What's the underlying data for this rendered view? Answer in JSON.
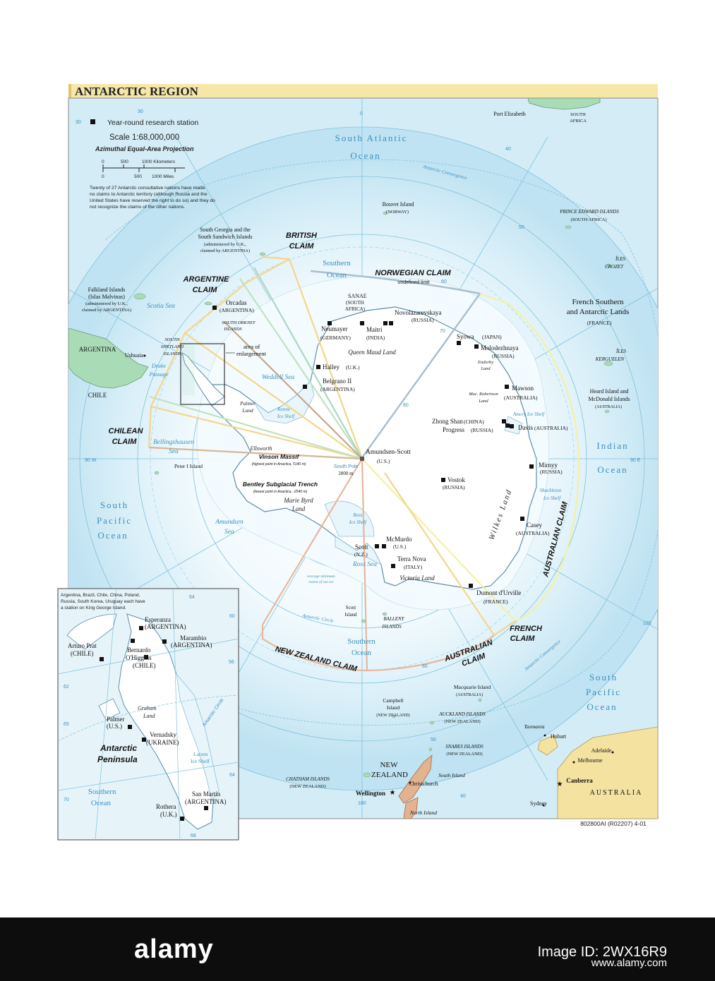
{
  "map": {
    "title": "ANTARCTIC REGION",
    "legend": {
      "station_label": "Year-round research station",
      "scale": "Scale 1:68,000,000",
      "projection": "Azimuthal Equal-Area Projection",
      "km_ticks": [
        "0",
        "500",
        "1000 Kilometers"
      ],
      "mile_ticks": [
        "0",
        "500",
        "1000 Miles"
      ],
      "note_lines": [
        "Twenty of 27 Antarctic consultative nations have made",
        "no claims to Antarctic territory (although Russia and the",
        "United States have reserved the right to do so) and they do",
        "not recognize the claims of the other nations."
      ]
    },
    "oceans": {
      "south_atlantic": [
        "South Atlantic",
        "Ocean"
      ],
      "indian": [
        "Indian",
        "Ocean"
      ],
      "south_pacific_left": [
        "South",
        "Pacific",
        "Ocean"
      ],
      "south_pacific_right": [
        "South",
        "Pacific",
        "Ocean"
      ],
      "southern_top": [
        "Southern",
        "Ocean"
      ],
      "southern_bottom": [
        "Southern",
        "Ocean"
      ]
    },
    "seas": {
      "scotia": "Scotia Sea",
      "weddell": "Weddell Sea",
      "bellingshausen": [
        "Bellingshausen",
        "Sea"
      ],
      "amundsen": [
        "Amundsen",
        "Sea"
      ],
      "ross": "Ross Sea",
      "drake": [
        "Drake",
        "Passage"
      ]
    },
    "claims": {
      "british": [
        "BRITISH",
        "CLAIM"
      ],
      "argentine": [
        "ARGENTINE",
        "CLAIM"
      ],
      "chilean": [
        "CHILEAN",
        "CLAIM"
      ],
      "norwegian": "NORWEGIAN CLAIM",
      "norwegian_note": "undefined limit",
      "australian_east": "AUSTRALIAN CLAIM",
      "australian_west": [
        "AUSTRALIAN",
        "CLAIM"
      ],
      "french": [
        "FRENCH",
        "CLAIM"
      ],
      "new_zealand": "NEW ZEALAND CLAIM"
    },
    "regions": {
      "queen_maud": "Queen Maud Land",
      "enderby": [
        "Enderby",
        "Land"
      ],
      "mac_robertson": [
        "Mac. Robertson",
        "Land"
      ],
      "wilkes": "Wilkes Land",
      "marie_byrd": [
        "Marie Byrd",
        "Land"
      ],
      "victoria": "Victoria Land",
      "palmer": [
        "Palmer",
        "Land"
      ],
      "ellsworth": "Ellsworth",
      "amery": "Amery Ice Shelf",
      "shackleton": [
        "Shackleton",
        "Ice Shelf"
      ],
      "ronne": [
        "Ronne",
        "Ice Shelf"
      ],
      "ross_ice": [
        "Ross",
        "Ice Shelf"
      ],
      "sea_ice": [
        "average minimum",
        "extent of sea ice"
      ],
      "antarctic_circle": "Antarctic Circle",
      "antarctic_convergence": "Antarctic Convergence",
      "antarctic_convergence_lower": "Antarctic Convergence"
    },
    "features": {
      "vinson": "Vinson Massif",
      "vinson_note": "(highest point in Anactica, 5140 m)",
      "bentley": "Bentley Subglacial Trench",
      "bentley_note": "(lowest point in Anactica, -2540 m)",
      "south_pole": "South Pole",
      "south_pole_elev": "2800 m"
    },
    "stations": [
      {
        "name": "Amundsen-Scott",
        "country": "(U.S.)"
      },
      {
        "name": "Vostok",
        "country": "(RUSSIA)"
      },
      {
        "name": "Halley",
        "country": "(U.K.)"
      },
      {
        "name": "Belgrano II",
        "country": "(ARGENTINA)"
      },
      {
        "name": "Neumayer",
        "country": "(GERMANY)"
      },
      {
        "name": "Maitri",
        "country": "(INDIA)"
      },
      {
        "name": "Novolazarevskaya",
        "country": "(RUSSIA)"
      },
      {
        "name": "SANAE",
        "country": "(SOUTH",
        "country2": "AFRICA)"
      },
      {
        "name": "Syowa",
        "country": "(JAPAN)"
      },
      {
        "name": "Molodezhnaya",
        "country": "(RUSSIA)"
      },
      {
        "name": "Mawson",
        "country": "(AUSTRALIA)"
      },
      {
        "name": "Zhong Shan",
        "country": "(CHINA)"
      },
      {
        "name": "Progress",
        "country": "(RUSSIA)"
      },
      {
        "name": "Davis",
        "country": "(AUSTRALIA)"
      },
      {
        "name": "Mirnyy",
        "country": "(RUSSIA)"
      },
      {
        "name": "Casey",
        "country": "(AUSTRALIA)"
      },
      {
        "name": "Dumont d'Urville",
        "country": "(FRANCE)"
      },
      {
        "name": "McMurdo",
        "country": "(U.S.)"
      },
      {
        "name": "Scott",
        "country": "(N.Z.)"
      },
      {
        "name": "Terra Nova",
        "country": "(ITALY)"
      },
      {
        "name": "Orcadas",
        "country": "(ARGENTINA)"
      }
    ],
    "islands": {
      "south_orkney": [
        "SOUTH ORKNEY",
        "ISLANDS"
      ],
      "south_shetland": [
        "SOUTH",
        "SHETLAND",
        "ISLANDS"
      ],
      "peter_i": "Peter I Island",
      "south_georgia": [
        "South Georgia and the",
        "South Sandwich Islands",
        "(administered by U.K.,",
        "claimed by ARGENTINA)"
      ],
      "falkland": [
        "Falkland Islands",
        "(Islas Malvinas)",
        "(administered by U.K.,",
        "claimed by ARGENTINA)"
      ],
      "bouvet": [
        "Bouvet Island",
        "(NORWAY)"
      ],
      "prince_edward": [
        "PRINCE EDWARD ISLANDS",
        "(SOUTH AFRICA)"
      ],
      "crozet": [
        "ÎLES",
        "CROZET"
      ],
      "kerguelen": [
        "ÎLES",
        "KERGUELEN"
      ],
      "heard": [
        "Heard Island and",
        "McDonald Islands",
        "(AUSTRALIA)"
      ],
      "french_southern": [
        "French Southern",
        "and Antarctic Lands",
        "(FRANCE)"
      ],
      "scott_island": [
        "Scott",
        "Island"
      ],
      "balleny": [
        "BALLENY",
        "ISLANDS"
      ],
      "macquarie": [
        "Macquarie Island",
        "(AUSTRALIA)"
      ],
      "campbell": [
        "Campbell",
        "Island",
        "(NEW ZEALAND)"
      ],
      "auckland": [
        "AUCKLAND ISLANDS",
        "(NEW ZEALAND)"
      ],
      "snares": [
        "SNARES ISLANDS",
        "(NEW ZEALAND)"
      ],
      "chatham": [
        "CHATHAM ISLANDS",
        "(NEW ZEALAND)"
      ],
      "tasmania": "Tasmania"
    },
    "places": {
      "port_elizabeth": "Port Elizabeth",
      "south_africa": [
        "SOUTH",
        "AFRICA"
      ],
      "argentina": "ARGENTINA",
      "ushuaia": "Ushuaia",
      "chile": "CHILE",
      "new_zealand": [
        "NEW",
        "ZEALAND"
      ],
      "wellington": "Wellington",
      "christchurch": "Christchurch",
      "south_island": "South Island",
      "north_island": "North Island",
      "australia": "AUSTRALIA",
      "canberra": "Canberra",
      "sydney": "Sydney",
      "melbourne": "Melbourne",
      "adelaide": "Adelaide",
      "hobart": "Hobart"
    },
    "enlargement": [
      "area of",
      "enlargement"
    ],
    "grid_labels": {
      "lat_top": [
        "30",
        "40",
        "50",
        "60",
        "70",
        "80"
      ],
      "lon_0": "0",
      "lon_90w": "90 W",
      "lon_90e": "90 E",
      "lon_180": "180",
      "lon_120": "120",
      "lat_right": [
        "40",
        "50",
        "60"
      ],
      "lat_bottom": [
        "40",
        "50",
        "60"
      ],
      "lat_left": [
        "30"
      ]
    },
    "credit": "802800AI (R02207) 4-01"
  },
  "inset": {
    "note_lines": [
      "Argentina, Brazil, Chile, China, Poland,",
      "Russia, South Korea, Uruguay each have",
      "a station on King George Island."
    ],
    "stations": [
      {
        "name": "Esperanza",
        "country": "(ARGENTINA)"
      },
      {
        "name": "Marambio",
        "country": "(ARGENTINA)"
      },
      {
        "name": "Arturo Prat",
        "country": "(CHILE)"
      },
      {
        "name": "Bernardo",
        "name2": "O'Higgins",
        "country": "(CHILE)"
      },
      {
        "name": "Palmer",
        "country": "(U.S.)"
      },
      {
        "name": "Vernadsky",
        "country": "(UKRAINE)"
      },
      {
        "name": "San Martin",
        "country": "(ARGENTINA)"
      },
      {
        "name": "Rothera",
        "country": "(U.K.)"
      }
    ],
    "peninsula": [
      "Antarctic",
      "Peninsula"
    ],
    "graham": [
      "Graham",
      "Land"
    ],
    "larsen": [
      "Larsen",
      "Ice Shelf"
    ],
    "ocean": [
      "Southern",
      "Ocean"
    ],
    "circle": "Antarctic Circle",
    "grid": [
      "64",
      "60",
      "56",
      "62",
      "65",
      "70",
      "68",
      "64"
    ]
  },
  "watermark": {
    "brand": "alamy",
    "image_id": "Image ID: 2WX16R9",
    "url": "www.alamy.com"
  }
}
